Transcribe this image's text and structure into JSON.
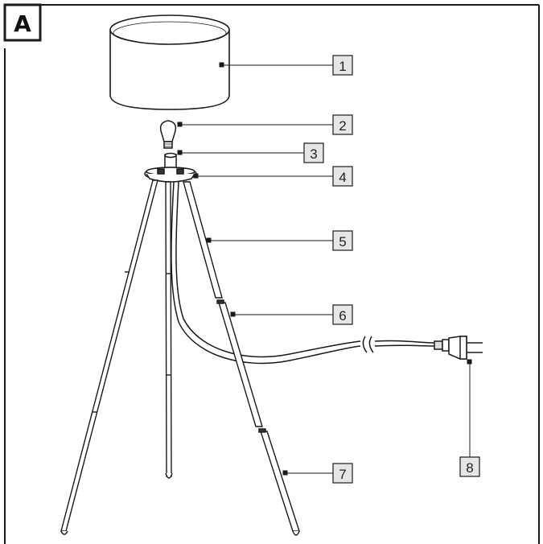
{
  "figure": {
    "label": "A"
  },
  "callouts": [
    {
      "number": "1",
      "part": "lampshade"
    },
    {
      "number": "2",
      "part": "light-bulb"
    },
    {
      "number": "3",
      "part": "lamp-socket"
    },
    {
      "number": "4",
      "part": "tripod-head"
    },
    {
      "number": "5",
      "part": "upper-leg-tube"
    },
    {
      "number": "6",
      "part": "middle-leg-tube"
    },
    {
      "number": "7",
      "part": "lower-leg-tube"
    },
    {
      "number": "8",
      "part": "power-plug"
    }
  ],
  "colors": {
    "line": "#1a1a1a",
    "box_fill": "#e6e6e6",
    "background": "#ffffff"
  }
}
